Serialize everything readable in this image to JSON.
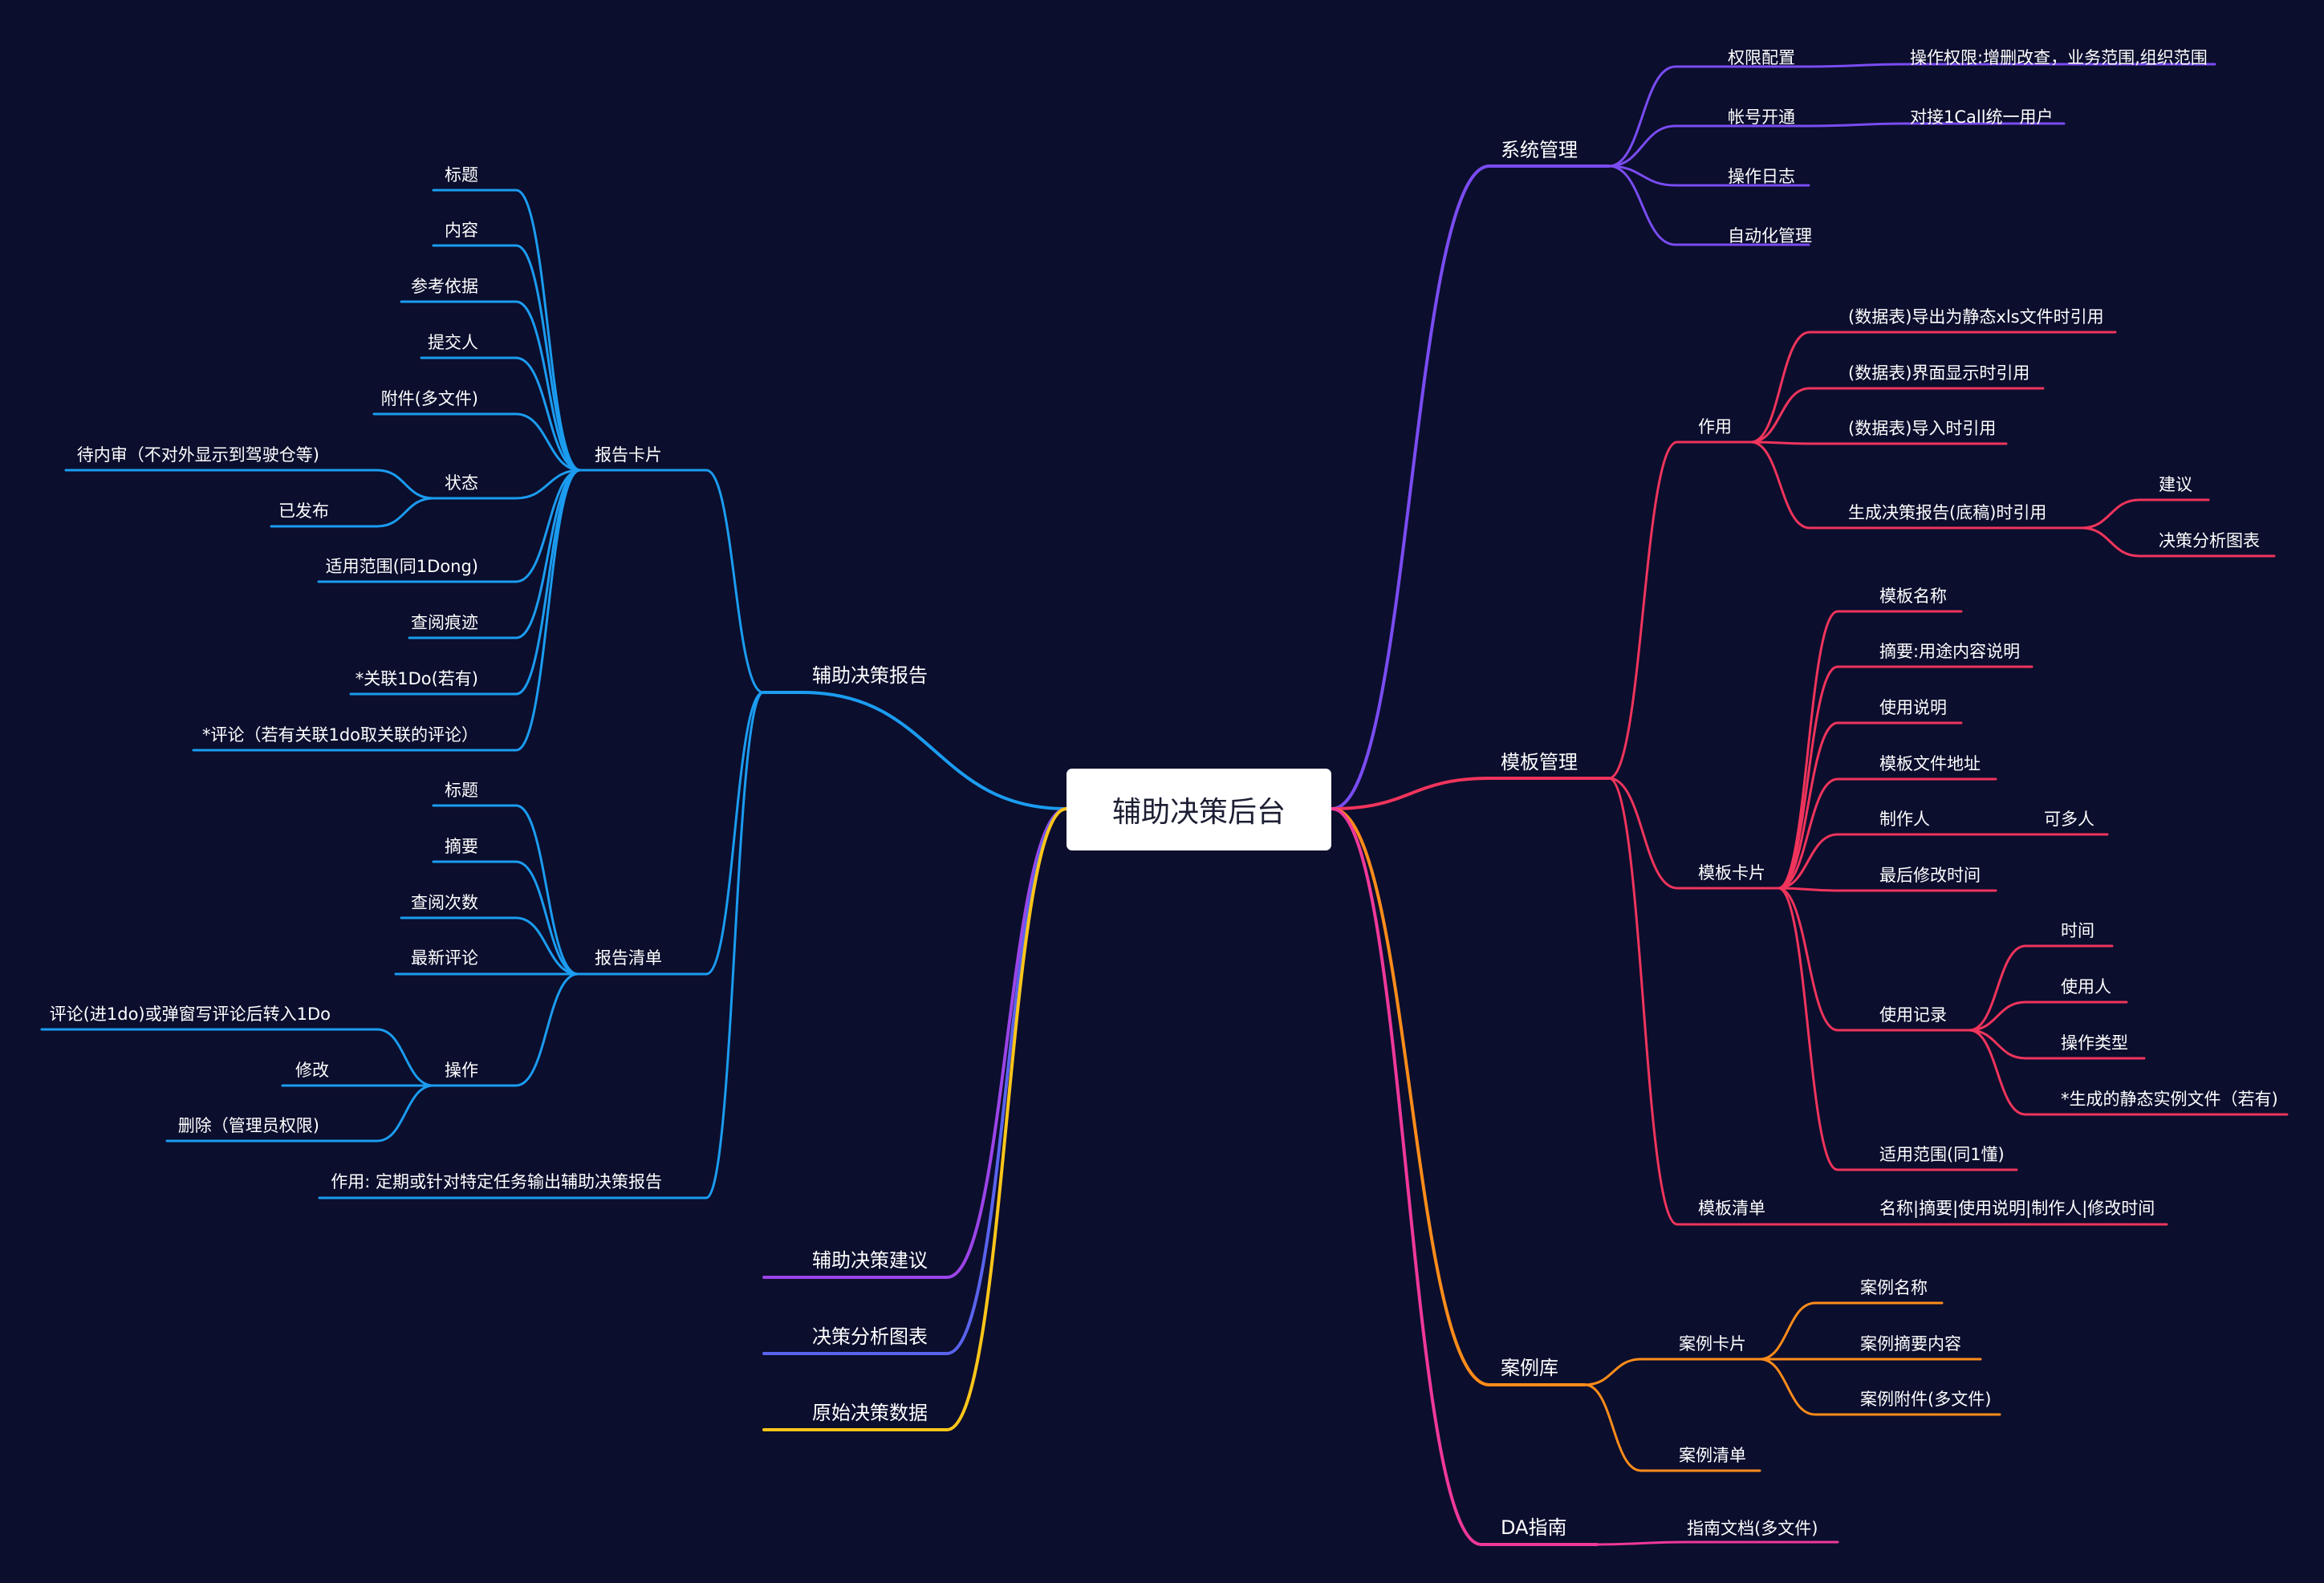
{
  "root": "辅助决策后台",
  "colors": {
    "background": "#0b0e2d",
    "system": "#7a4cf2",
    "template": "#f0345c",
    "cases": "#ff8c1a",
    "guide": "#f0389a",
    "report": "#1b9cf0",
    "advice": "#9b44e8",
    "charts": "#5a63ec",
    "rawdata": "#ffc61a"
  },
  "branches": {
    "system": {
      "label": "系统管理",
      "children": [
        {
          "label": "权限配置",
          "detail": "操作权限:增删改查，业务范围,组织范围"
        },
        {
          "label": "帐号开通",
          "detail": "对接1Call统一用户"
        },
        {
          "label": "操作日志"
        },
        {
          "label": "自动化管理"
        }
      ]
    },
    "template": {
      "label": "模板管理",
      "usage": {
        "label": "作用",
        "items": [
          "(数据表)导出为静态xls文件时引用",
          "(数据表)界面显示时引用",
          "(数据表)导入时引用",
          "生成决策报告(底稿)时引用"
        ],
        "sub": [
          "建议",
          "决策分析图表"
        ]
      },
      "card": {
        "label": "模板卡片",
        "items": [
          "模板名称",
          "摘要:用途内容说明",
          "使用说明",
          "模板文件地址",
          "制作人",
          "最后修改时间",
          "使用记录",
          "适用范围(同1懂)"
        ],
        "maker_note": "可多人",
        "records": [
          "时间",
          "使用人",
          "操作类型",
          "*生成的静态实例文件（若有)"
        ]
      },
      "list": {
        "label": "模板清单",
        "detail": "名称|摘要|使用说明|制作人|修改时间"
      }
    },
    "cases": {
      "label": "案例库",
      "card": {
        "label": "案例卡片",
        "items": [
          "案例名称",
          "案例摘要内容",
          "案例附件(多文件)"
        ]
      },
      "list": "案例清单"
    },
    "guide": {
      "label": "DA指南",
      "detail": "指南文档(多文件)"
    },
    "report": {
      "label": "辅助决策报告",
      "card": {
        "label": "报告卡片",
        "items": [
          "标题",
          "内容",
          "参考依据",
          "提交人",
          "附件(多文件)",
          "状态",
          "适用范围(同1Dong)",
          "查阅痕迹",
          "*关联1Do(若有)",
          "*评论（若有关联1do取关联的评论）"
        ],
        "status": [
          "待内审（不对外显示到驾驶仓等)",
          "已发布"
        ]
      },
      "list": {
        "label": "报告清单",
        "items": [
          "标题",
          "摘要",
          "查阅次数",
          "最新评论",
          "操作"
        ],
        "ops": [
          "评论(进1do)或弹窗写评论后转入1Do",
          "修改",
          "删除（管理员权限)"
        ]
      },
      "purpose": "作用: 定期或针对特定任务输出辅助决策报告"
    },
    "advice": {
      "label": "辅助决策建议"
    },
    "charts": {
      "label": "决策分析图表"
    },
    "rawdata": {
      "label": "原始决策数据"
    }
  }
}
